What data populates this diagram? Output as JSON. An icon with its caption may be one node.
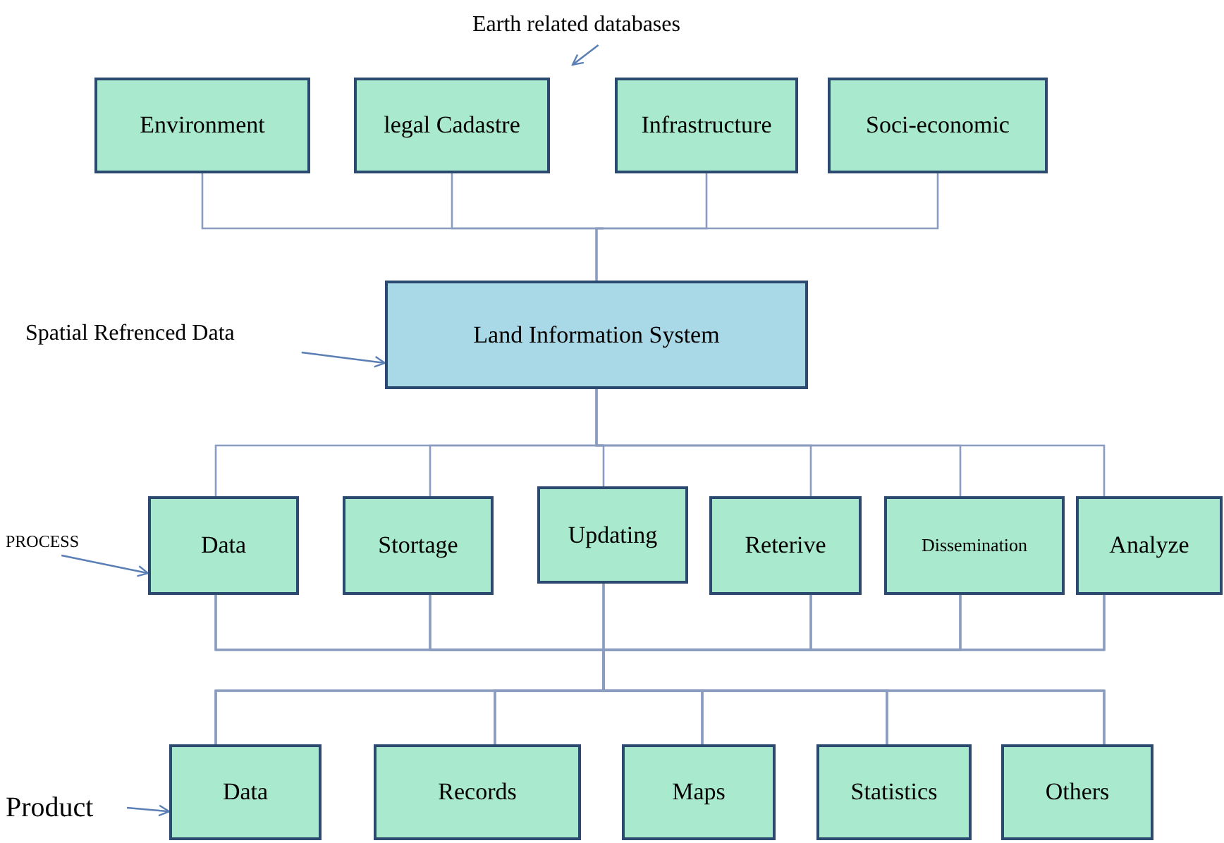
{
  "diagram": {
    "nodes": [
      {
        "text": [
          "Earth related databases"
        ]
      },
      {
        "text": [
          "Environment"
        ]
      },
      {
        "text": [
          "legal Cadastre"
        ]
      },
      {
        "text": [
          "Infrastructure"
        ]
      },
      {
        "text": [
          "Soci-economic"
        ]
      },
      {
        "text": [
          "Spatial Refrenced Data"
        ]
      },
      {
        "text": [
          "Land Information System"
        ]
      },
      {
        "text": [
          "PROCESS"
        ]
      },
      {
        "text": [
          "Data"
        ]
      },
      {
        "text": [
          "Stortage"
        ]
      },
      {
        "text": [
          "Updating"
        ]
      },
      {
        "text": [
          "Reterive"
        ]
      },
      {
        "text": [
          "Dissemination"
        ]
      },
      {
        "text": [
          "Analyze"
        ]
      },
      {
        "text": [
          "Product"
        ]
      },
      {
        "text": [
          "Data"
        ]
      },
      {
        "text": [
          "Records"
        ]
      },
      {
        "text": [
          "Maps"
        ]
      },
      {
        "text": [
          "Statistics"
        ]
      },
      {
        "text": [
          "Others"
        ]
      }
    ],
    "edges": [
      {
        "from": 0,
        "to": null,
        "arrow": "to"
      },
      {
        "from": 1,
        "to": 6,
        "arrow": "none"
      },
      {
        "from": 2,
        "to": 6,
        "arrow": "none"
      },
      {
        "from": 3,
        "to": 6,
        "arrow": "none"
      },
      {
        "from": 4,
        "to": 6,
        "arrow": "none"
      },
      {
        "from": 5,
        "to": 6,
        "arrow": "to"
      },
      {
        "from": 6,
        "to": 8,
        "arrow": "none"
      },
      {
        "from": 6,
        "to": 9,
        "arrow": "none"
      },
      {
        "from": 6,
        "to": 10,
        "arrow": "none"
      },
      {
        "from": 6,
        "to": 11,
        "arrow": "none"
      },
      {
        "from": 6,
        "to": 12,
        "arrow": "none"
      },
      {
        "from": 6,
        "to": 13,
        "arrow": "none"
      },
      {
        "from": 7,
        "to": 8,
        "arrow": "to"
      },
      {
        "from": 14,
        "to": 15,
        "arrow": "to"
      },
      {
        "from": 8,
        "to": 15,
        "arrow": "none"
      },
      {
        "from": 8,
        "to": 16,
        "arrow": "none"
      },
      {
        "from": 8,
        "to": 17,
        "arrow": "none"
      },
      {
        "from": 8,
        "to": 18,
        "arrow": "none"
      },
      {
        "from": 8,
        "to": 19,
        "arrow": "none"
      },
      {
        "from": 9,
        "to": 15,
        "arrow": "none"
      },
      {
        "from": 9,
        "to": 16,
        "arrow": "none"
      },
      {
        "from": 9,
        "to": 17,
        "arrow": "none"
      },
      {
        "from": 9,
        "to": 18,
        "arrow": "none"
      },
      {
        "from": 9,
        "to": 19,
        "arrow": "none"
      },
      {
        "from": 10,
        "to": 15,
        "arrow": "none"
      },
      {
        "from": 10,
        "to": 16,
        "arrow": "none"
      },
      {
        "from": 10,
        "to": 17,
        "arrow": "none"
      },
      {
        "from": 10,
        "to": 18,
        "arrow": "none"
      },
      {
        "from": 10,
        "to": 19,
        "arrow": "none"
      },
      {
        "from": 11,
        "to": 15,
        "arrow": "none"
      },
      {
        "from": 11,
        "to": 16,
        "arrow": "none"
      },
      {
        "from": 11,
        "to": 17,
        "arrow": "none"
      },
      {
        "from": 11,
        "to": 18,
        "arrow": "none"
      },
      {
        "from": 11,
        "to": 19,
        "arrow": "none"
      },
      {
        "from": 12,
        "to": 15,
        "arrow": "none"
      },
      {
        "from": 12,
        "to": 16,
        "arrow": "none"
      },
      {
        "from": 12,
        "to": 17,
        "arrow": "none"
      },
      {
        "from": 12,
        "to": 18,
        "arrow": "none"
      },
      {
        "from": 12,
        "to": 19,
        "arrow": "none"
      },
      {
        "from": 13,
        "to": 15,
        "arrow": "none"
      },
      {
        "from": 13,
        "to": 16,
        "arrow": "none"
      },
      {
        "from": 13,
        "to": 17,
        "arrow": "none"
      },
      {
        "from": 13,
        "to": 18,
        "arrow": "none"
      },
      {
        "from": 13,
        "to": 19,
        "arrow": "none"
      }
    ]
  }
}
